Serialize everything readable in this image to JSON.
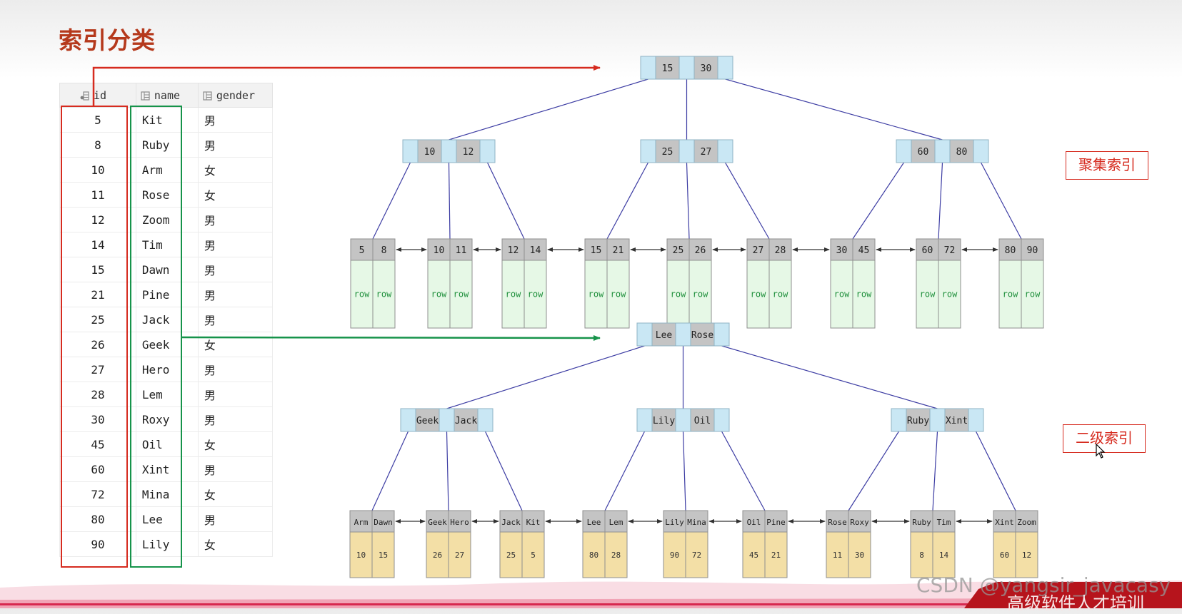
{
  "title": "索引分类",
  "table": {
    "columns": [
      {
        "label": "id",
        "icon": "primary-key-column-icon"
      },
      {
        "label": "name",
        "icon": "column-icon"
      },
      {
        "label": "gender",
        "icon": "column-icon"
      }
    ],
    "rows": [
      [
        "5",
        "Kit",
        "男"
      ],
      [
        "8",
        "Ruby",
        "男"
      ],
      [
        "10",
        "Arm",
        "女"
      ],
      [
        "11",
        "Rose",
        "女"
      ],
      [
        "12",
        "Zoom",
        "男"
      ],
      [
        "14",
        "Tim",
        "男"
      ],
      [
        "15",
        "Dawn",
        "男"
      ],
      [
        "21",
        "Pine",
        "男"
      ],
      [
        "25",
        "Jack",
        "男"
      ],
      [
        "26",
        "Geek",
        "女"
      ],
      [
        "27",
        "Hero",
        "男"
      ],
      [
        "28",
        "Lem",
        "男"
      ],
      [
        "30",
        "Roxy",
        "男"
      ],
      [
        "45",
        "Oil",
        "女"
      ],
      [
        "60",
        "Xint",
        "男"
      ],
      [
        "72",
        "Mina",
        "女"
      ],
      [
        "80",
        "Lee",
        "男"
      ],
      [
        "90",
        "Lily",
        "女"
      ]
    ]
  },
  "clustered_index": {
    "label": "聚集索引",
    "root": [
      "15",
      "30"
    ],
    "internal": [
      [
        "10",
        "12"
      ],
      [
        "25",
        "27"
      ],
      [
        "60",
        "80"
      ]
    ],
    "leaves": [
      {
        "keys": [
          "5",
          "8"
        ],
        "values": [
          "row",
          "row"
        ]
      },
      {
        "keys": [
          "10",
          "11"
        ],
        "values": [
          "row",
          "row"
        ]
      },
      {
        "keys": [
          "12",
          "14"
        ],
        "values": [
          "row",
          "row"
        ]
      },
      {
        "keys": [
          "15",
          "21"
        ],
        "values": [
          "row",
          "row"
        ]
      },
      {
        "keys": [
          "25",
          "26"
        ],
        "values": [
          "row",
          "row"
        ]
      },
      {
        "keys": [
          "27",
          "28"
        ],
        "values": [
          "row",
          "row"
        ]
      },
      {
        "keys": [
          "30",
          "45"
        ],
        "values": [
          "row",
          "row"
        ]
      },
      {
        "keys": [
          "60",
          "72"
        ],
        "values": [
          "row",
          "row"
        ]
      },
      {
        "keys": [
          "80",
          "90"
        ],
        "values": [
          "row",
          "row"
        ]
      }
    ]
  },
  "secondary_index": {
    "label": "二级索引",
    "root": [
      "Lee",
      "Rose"
    ],
    "internal": [
      [
        "Geek",
        "Jack"
      ],
      [
        "Lily",
        "Oil"
      ],
      [
        "Ruby",
        "Xint"
      ]
    ],
    "leaves": [
      {
        "keys": [
          "Arm",
          "Dawn"
        ],
        "values": [
          "10",
          "15"
        ]
      },
      {
        "keys": [
          "Geek",
          "Hero"
        ],
        "values": [
          "26",
          "27"
        ]
      },
      {
        "keys": [
          "Jack",
          "Kit"
        ],
        "values": [
          "25",
          "5"
        ]
      },
      {
        "keys": [
          "Lee",
          "Lem"
        ],
        "values": [
          "80",
          "28"
        ]
      },
      {
        "keys": [
          "Lily",
          "Mina"
        ],
        "values": [
          "90",
          "72"
        ]
      },
      {
        "keys": [
          "Oil",
          "Pine"
        ],
        "values": [
          "45",
          "21"
        ]
      },
      {
        "keys": [
          "Rose",
          "Roxy"
        ],
        "values": [
          "11",
          "30"
        ]
      },
      {
        "keys": [
          "Ruby",
          "Tim"
        ],
        "values": [
          "8",
          "14"
        ]
      },
      {
        "keys": [
          "Xint",
          "Zoom"
        ],
        "values": [
          "60",
          "12"
        ]
      }
    ]
  },
  "watermark": "CSDN @yangsir_javacasy",
  "banner_text": "高级软件人才培训",
  "colors": {
    "title": "#b5391c",
    "accent_red": "#d62b1f",
    "accent_green": "#16934a",
    "pointer_cell": "#c9e7f4",
    "key_cell": "#c4c4c4",
    "row_cell": "#e6f8e6",
    "value_cell": "#f3dfa6",
    "tree_edge": "#3c3ca3"
  }
}
